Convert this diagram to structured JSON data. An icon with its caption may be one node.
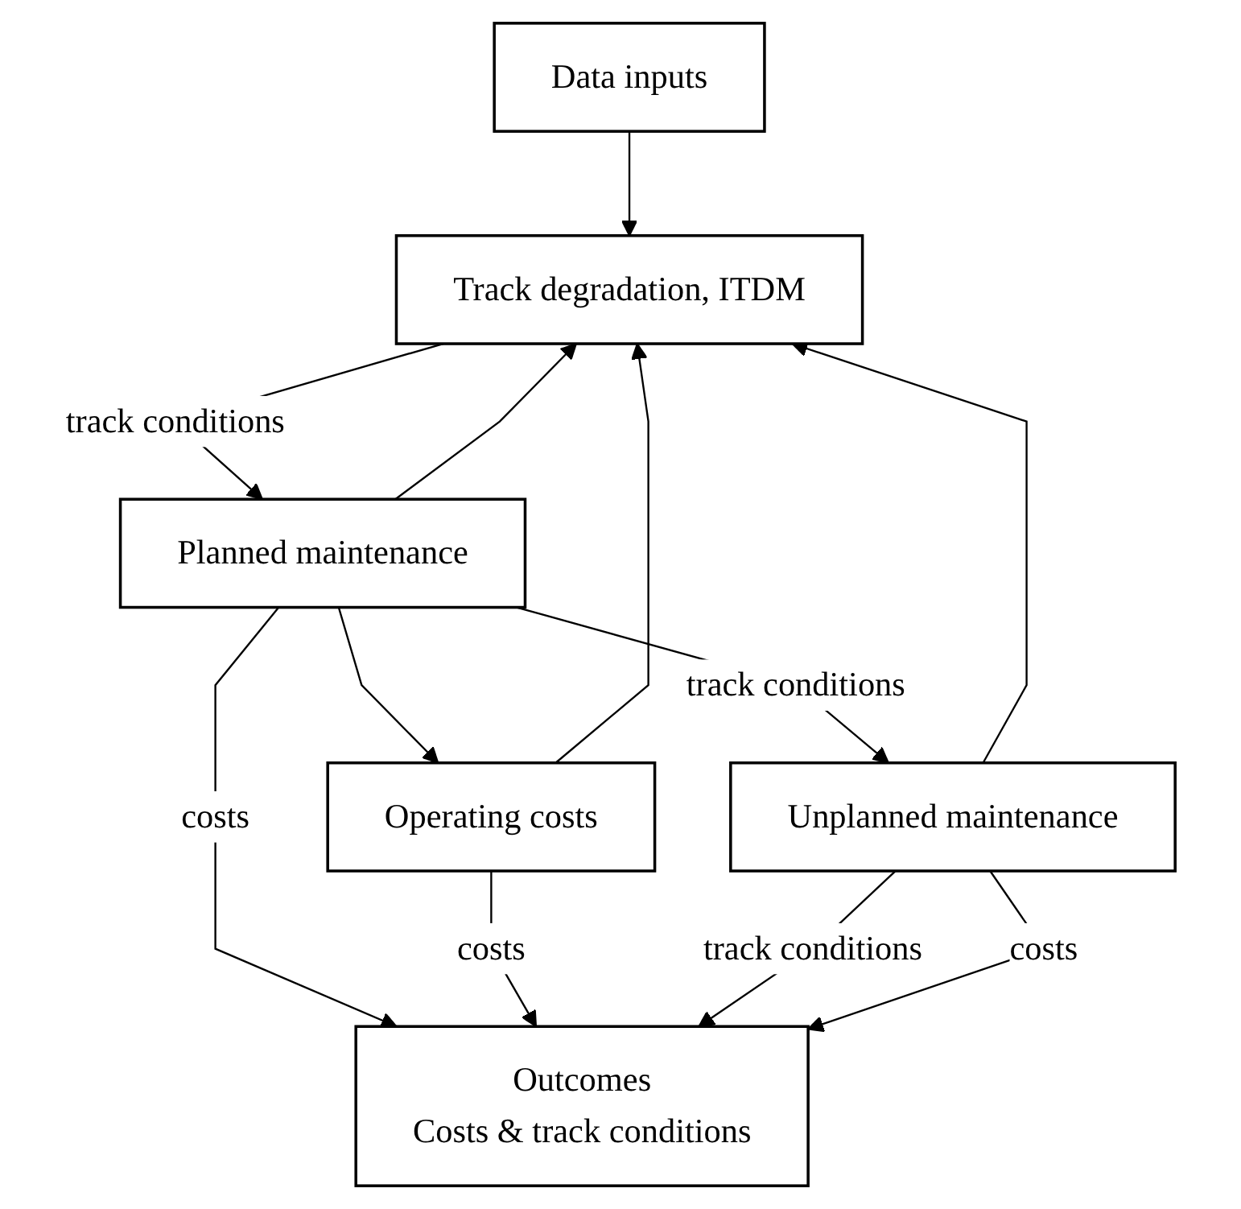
{
  "diagram": {
    "nodes": [
      {
        "text": [
          "Data inputs"
        ]
      },
      {
        "text": [
          "Track degradation, ITDM"
        ]
      },
      {
        "text": [
          "Planned maintenance"
        ]
      },
      {
        "text": [
          "Unplanned maintenance"
        ]
      },
      {
        "text": [
          "Operating costs"
        ]
      },
      {
        "text": [
          "Outcomes",
          "Costs & track conditions"
        ]
      }
    ],
    "edges": [
      {
        "from": 0,
        "to": 1,
        "arrow": "to"
      },
      {
        "from": 1,
        "to": 2,
        "label": "track conditions",
        "arrow": "to"
      },
      {
        "from": 2,
        "to": 3,
        "label": "track conditions",
        "arrow": "to"
      },
      {
        "from": 2,
        "to": 4,
        "arrow": "to"
      },
      {
        "from": 2,
        "to": 5,
        "label": "costs",
        "arrow": "to"
      },
      {
        "from": 4,
        "to": 5,
        "label": "costs",
        "arrow": "to"
      },
      {
        "from": 3,
        "to": 5,
        "label": "track conditions",
        "arrow": "to"
      },
      {
        "from": 3,
        "to": 5,
        "label": "costs",
        "arrow": "to"
      },
      {
        "from": 2,
        "to": 1,
        "arrow": "to"
      },
      {
        "from": 4,
        "to": 1,
        "arrow": "to"
      },
      {
        "from": 3,
        "to": 1,
        "arrow": "to"
      }
    ]
  }
}
